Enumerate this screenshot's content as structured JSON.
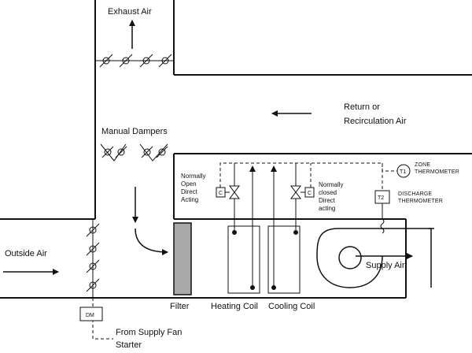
{
  "labels": {
    "exhaust_air": "Exhaust Air",
    "return_air_1": "Return or",
    "return_air_2": "Recirculation Air",
    "manual_dampers": "Manual Dampers",
    "outside_air": "Outside Air",
    "normally_open_1": "Normally",
    "normally_open_2": "Open",
    "normally_open_3": "Direct",
    "normally_open_4": "Acting",
    "normally_closed_1": "Normally",
    "normally_closed_2": "closed",
    "normally_closed_3": "Direct",
    "normally_closed_4": "acting",
    "zone_thermometer_1": "ZONE",
    "zone_thermometer_2": "THERMOMETER",
    "discharge_thermometer_1": "DISCHARGE",
    "discharge_thermometer_2": "THERMOMETER",
    "supply_air": "Supply Air",
    "filter": "Filter",
    "heating_coil": "Heating Coil",
    "cooling_coil": "Cooling Coil",
    "from_supply_fan_1": "From Supply Fan",
    "from_supply_fan_2": "Starter"
  },
  "tags": {
    "controller_left": "C",
    "controller_right": "C",
    "zone_sensor": "T1",
    "discharge_sensor": "T2",
    "damper_motor": "DM"
  }
}
